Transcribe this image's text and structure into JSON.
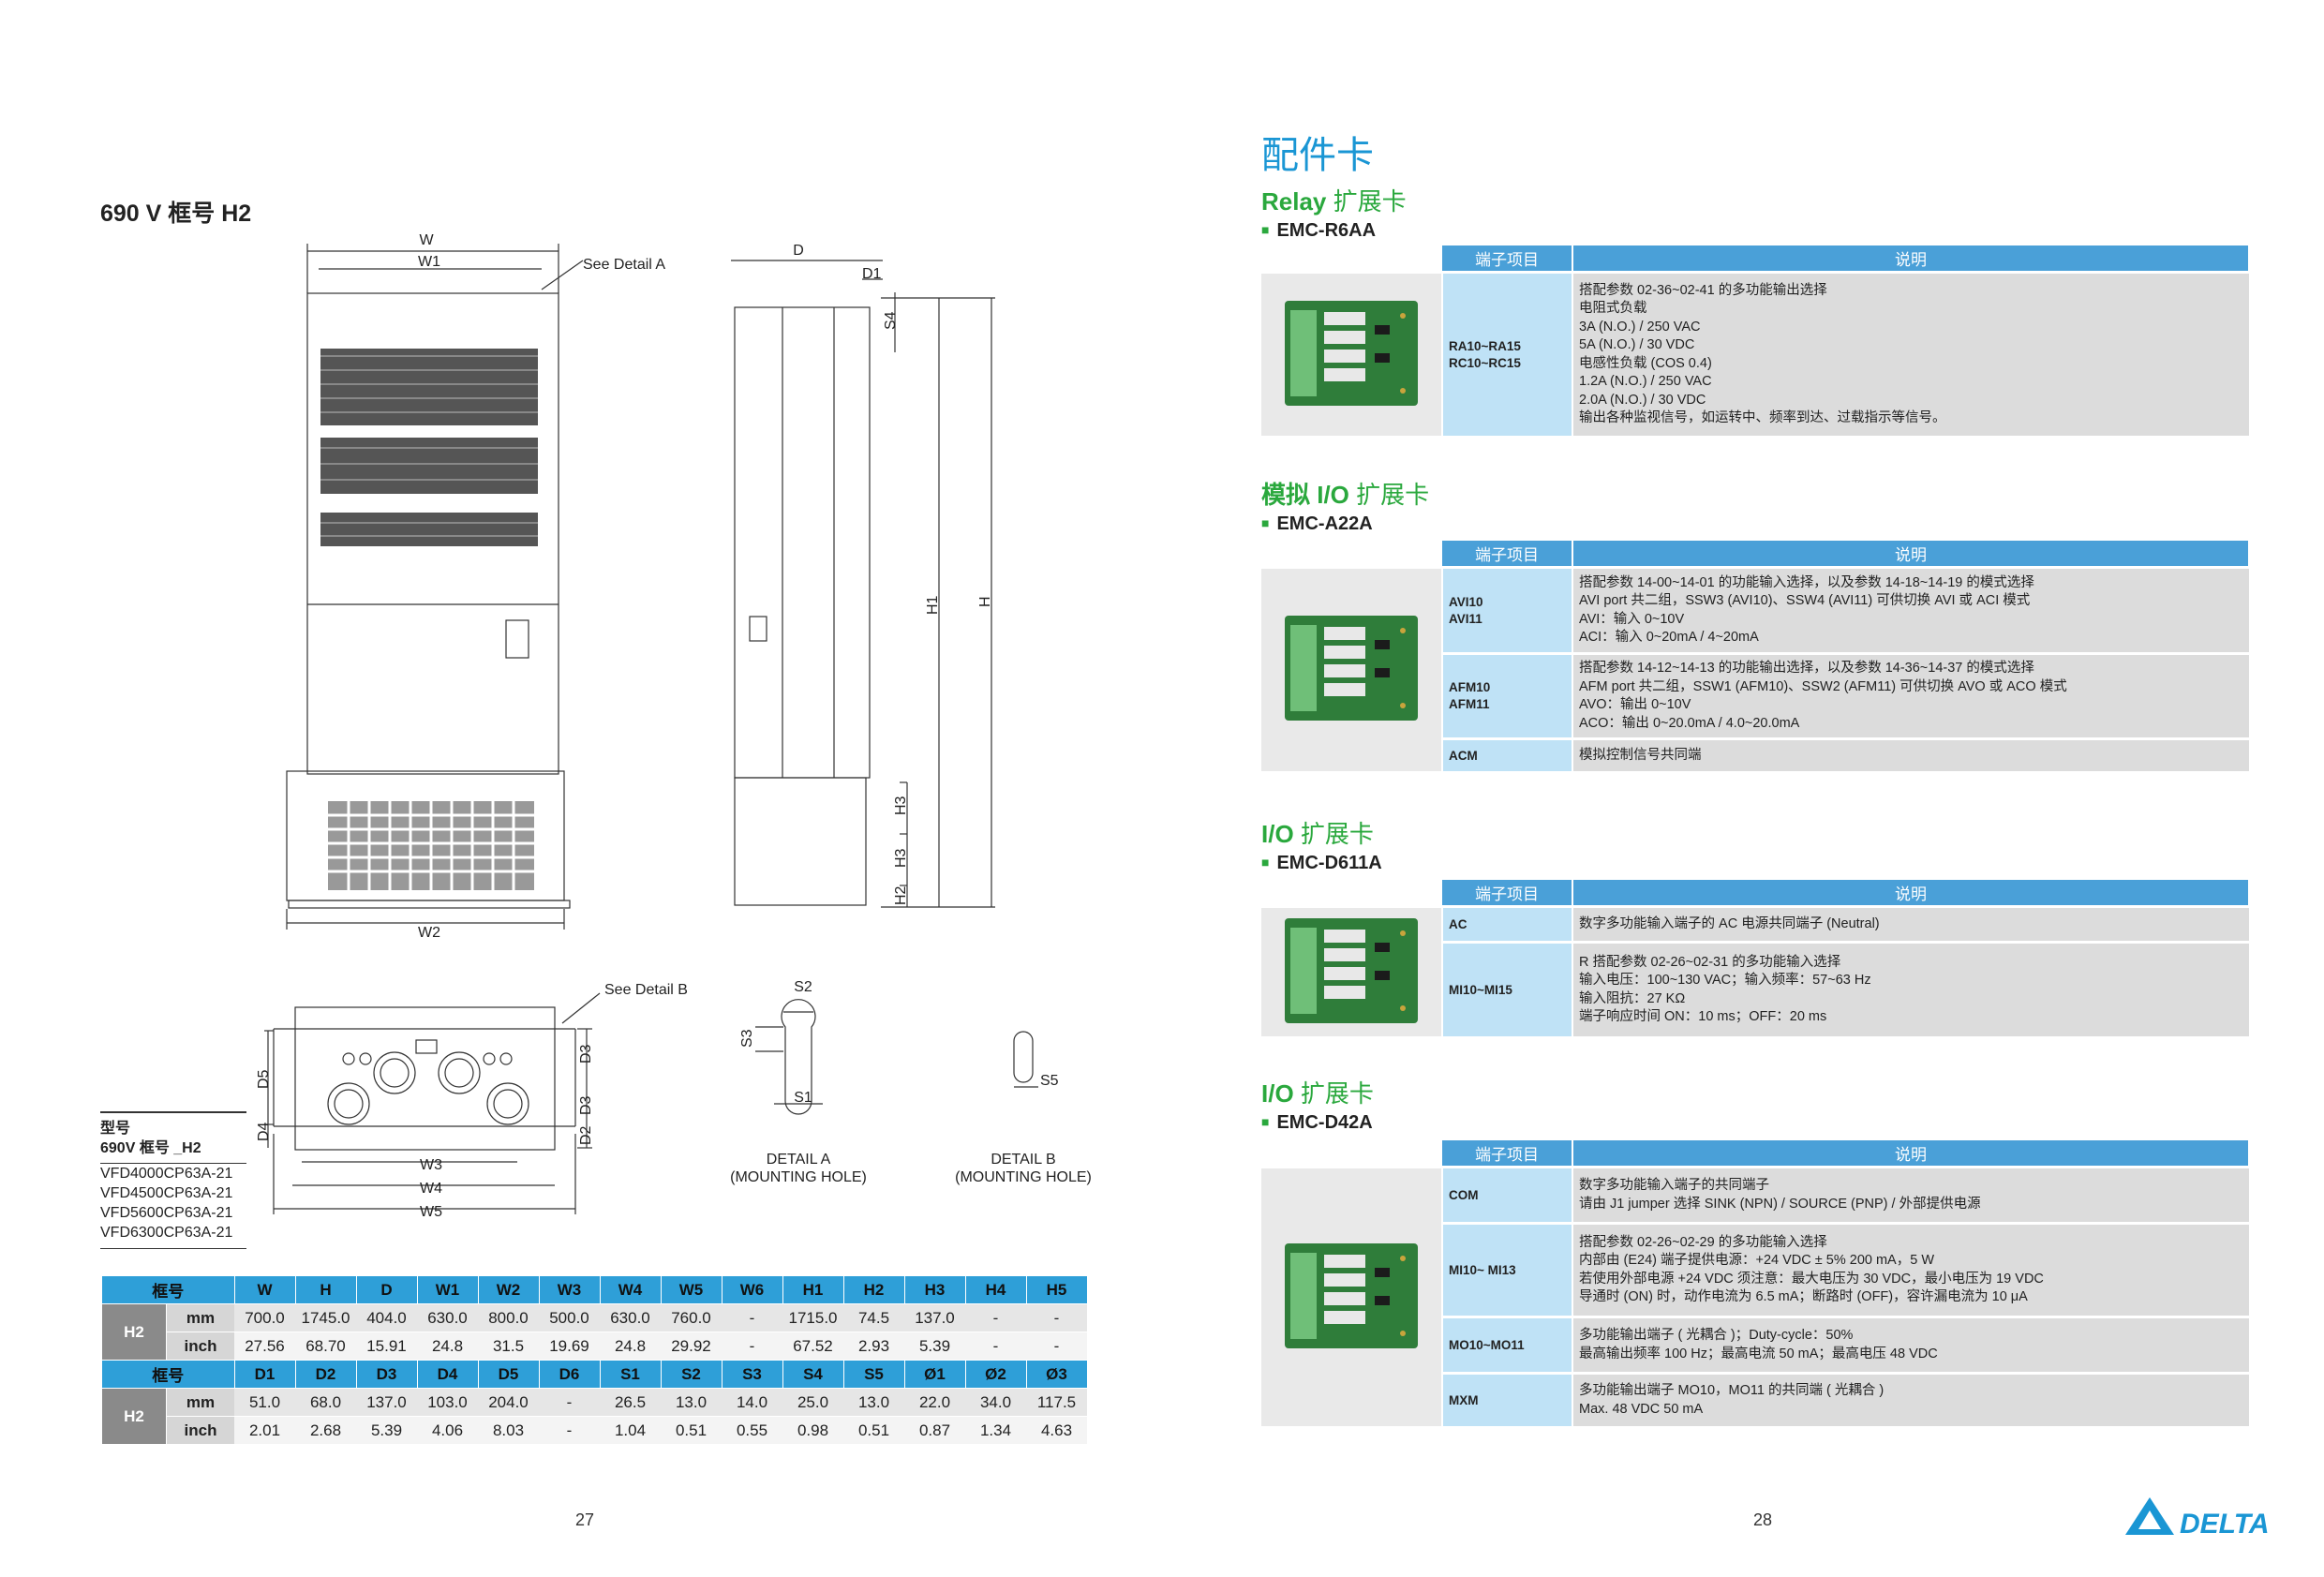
{
  "left_page": {
    "title": "690 V 框号 H2",
    "drawing_labels": {
      "W": "W",
      "W1": "W1",
      "W2": "W2",
      "W3": "W3",
      "W4": "W4",
      "W5": "W5",
      "D": "D",
      "D1": "D1",
      "D2": "D2",
      "D3": "D3",
      "D4": "D4",
      "D5": "D5",
      "H": "H",
      "H1": "H1",
      "H2": "H2",
      "H3": "H3",
      "S1": "S1",
      "S2": "S2",
      "S3": "S3",
      "S4": "S4",
      "S5": "S5",
      "see_a": "See Detail A",
      "see_b": "See Detail B",
      "detail_a": "DETAIL A",
      "detail_a_sub": "(MOUNTING HOLE)",
      "detail_b": "DETAIL B",
      "detail_b_sub": "(MOUNTING HOLE)"
    },
    "model_block": {
      "header1": "型号",
      "header2": "690V 框号 _H2",
      "models": [
        "VFD4000CP63A-21",
        "VFD4500CP63A-21",
        "VFD5600CP63A-21",
        "VFD6300CP63A-21"
      ]
    },
    "dim_table": {
      "frame_label": "框号",
      "frame": "H2",
      "unit_mm": "mm",
      "unit_inch": "inch",
      "header1": [
        "W",
        "H",
        "D",
        "W1",
        "W2",
        "W3",
        "W4",
        "W5",
        "W6",
        "H1",
        "H2",
        "H3",
        "H4",
        "H5"
      ],
      "mm1": [
        "700.0",
        "1745.0",
        "404.0",
        "630.0",
        "800.0",
        "500.0",
        "630.0",
        "760.0",
        "-",
        "1715.0",
        "74.5",
        "137.0",
        "-",
        "-"
      ],
      "inch1": [
        "27.56",
        "68.70",
        "15.91",
        "24.8",
        "31.5",
        "19.69",
        "24.8",
        "29.92",
        "-",
        "67.52",
        "2.93",
        "5.39",
        "-",
        "-"
      ],
      "header2": [
        "D1",
        "D2",
        "D3",
        "D4",
        "D5",
        "D6",
        "S1",
        "S2",
        "S3",
        "S4",
        "S5",
        "Ø1",
        "Ø2",
        "Ø3"
      ],
      "mm2": [
        "51.0",
        "68.0",
        "137.0",
        "103.0",
        "204.0",
        "-",
        "26.5",
        "13.0",
        "14.0",
        "25.0",
        "13.0",
        "22.0",
        "34.0",
        "117.5"
      ],
      "inch2": [
        "2.01",
        "2.68",
        "5.39",
        "4.06",
        "8.03",
        "-",
        "1.04",
        "0.51",
        "0.55",
        "0.98",
        "0.51",
        "0.87",
        "1.34",
        "4.63"
      ]
    },
    "page_number": "27"
  },
  "right_page": {
    "title": "配件卡",
    "col_term": "端子项目",
    "col_desc": "说明",
    "sections": [
      {
        "title_prefix": "Relay",
        "title_cn": " 扩展卡",
        "card": "EMC-R6AA",
        "rows": [
          {
            "term": [
              "RA10~RA15",
              "RC10~RC15"
            ],
            "desc": [
              "搭配参数 02-36~02-41 的多功能输出选择",
              "电阻式负载",
              "3A (N.O.) / 250 VAC",
              "5A (N.O.) / 30 VDC",
              "电感性负载 (COS 0.4)",
              "1.2A (N.O.) / 250 VAC",
              "2.0A (N.O.) / 30 VDC",
              "输出各种监视信号，如运转中、频率到达、过载指示等信号。"
            ]
          }
        ]
      },
      {
        "title_prefix": "模拟 I/O",
        "title_cn": " 扩展卡",
        "card": "EMC-A22A",
        "rows": [
          {
            "term": [
              "AVI10",
              "AVI11"
            ],
            "desc": [
              "搭配参数 14-00~14-01 的功能输入选择，以及参数 14-18~14-19 的模式选择",
              "AVI port 共二组，SSW3 (AVI10)、SSW4 (AVI11) 可供切换 AVI 或 ACI 模式",
              "AVI：输入 0~10V",
              "ACI：输入 0~20mA / 4~20mA"
            ]
          },
          {
            "term": [
              "AFM10",
              "AFM11"
            ],
            "desc": [
              "搭配参数 14-12~14-13 的功能输出选择，以及参数 14-36~14-37 的模式选择",
              "AFM port 共二组，SSW1 (AFM10)、SSW2 (AFM11) 可供切换 AVO 或 ACO 模式",
              "AVO：输出 0~10V",
              "ACO：输出 0~20.0mA / 4.0~20.0mA"
            ]
          },
          {
            "term": [
              "ACM"
            ],
            "desc": [
              "模拟控制信号共同端"
            ]
          }
        ]
      },
      {
        "title_prefix": "I/O",
        "title_cn": " 扩展卡",
        "card": "EMC-D611A",
        "rows": [
          {
            "term": [
              "AC"
            ],
            "desc": [
              "数字多功能输入端子的 AC 电源共同端子 (Neutral)"
            ]
          },
          {
            "term": [
              "MI10~MI15"
            ],
            "desc": [
              "R 搭配参数 02-26~02-31 的多功能输入选择",
              "输入电压：100~130 VAC；输入频率：57~63 Hz",
              "输入阻抗：27 KΩ",
              "端子响应时间 ON：10 ms；OFF：20 ms"
            ]
          }
        ]
      },
      {
        "title_prefix": "I/O",
        "title_cn": " 扩展卡",
        "card": "EMC-D42A",
        "rows": [
          {
            "term": [
              "COM"
            ],
            "desc": [
              "数字多功能输入端子的共同端子",
              "请由 J1 jumper 选择 SINK (NPN) / SOURCE (PNP) / 外部提供电源"
            ]
          },
          {
            "term": [
              "MI10~ MI13"
            ],
            "desc": [
              "搭配参数 02-26~02-29 的多功能输入选择",
              "内部由 (E24) 端子提供电源：+24 VDC ± 5% 200 mA，5 W",
              "若使用外部电源 +24 VDC 须注意：最大电压为 30 VDC，最小电压为 19 VDC",
              "导通时 (ON) 时，动作电流为 6.5 mA；断路时 (OFF)，容许漏电流为 10 μA"
            ]
          },
          {
            "term": [
              "MO10~MO11"
            ],
            "desc": [
              "多功能输出端子 ( 光耦合 )；Duty-cycle：50%",
              "最高输出频率 100 Hz；最高电流 50 mA；最高电压 48 VDC"
            ]
          },
          {
            "term": [
              "MXM"
            ],
            "desc": [
              "多功能输出端子 MO10，MO11 的共同端 ( 光耦合 )",
              "Max. 48 VDC 50 mA"
            ]
          }
        ]
      }
    ],
    "page_number": "28",
    "brand": "DELTA",
    "colors": {
      "accent_blue": "#1a96d4",
      "section_green": "#2aa83d",
      "table_header": "#4aa0d8",
      "term_bg": "#bfe2f6"
    }
  }
}
